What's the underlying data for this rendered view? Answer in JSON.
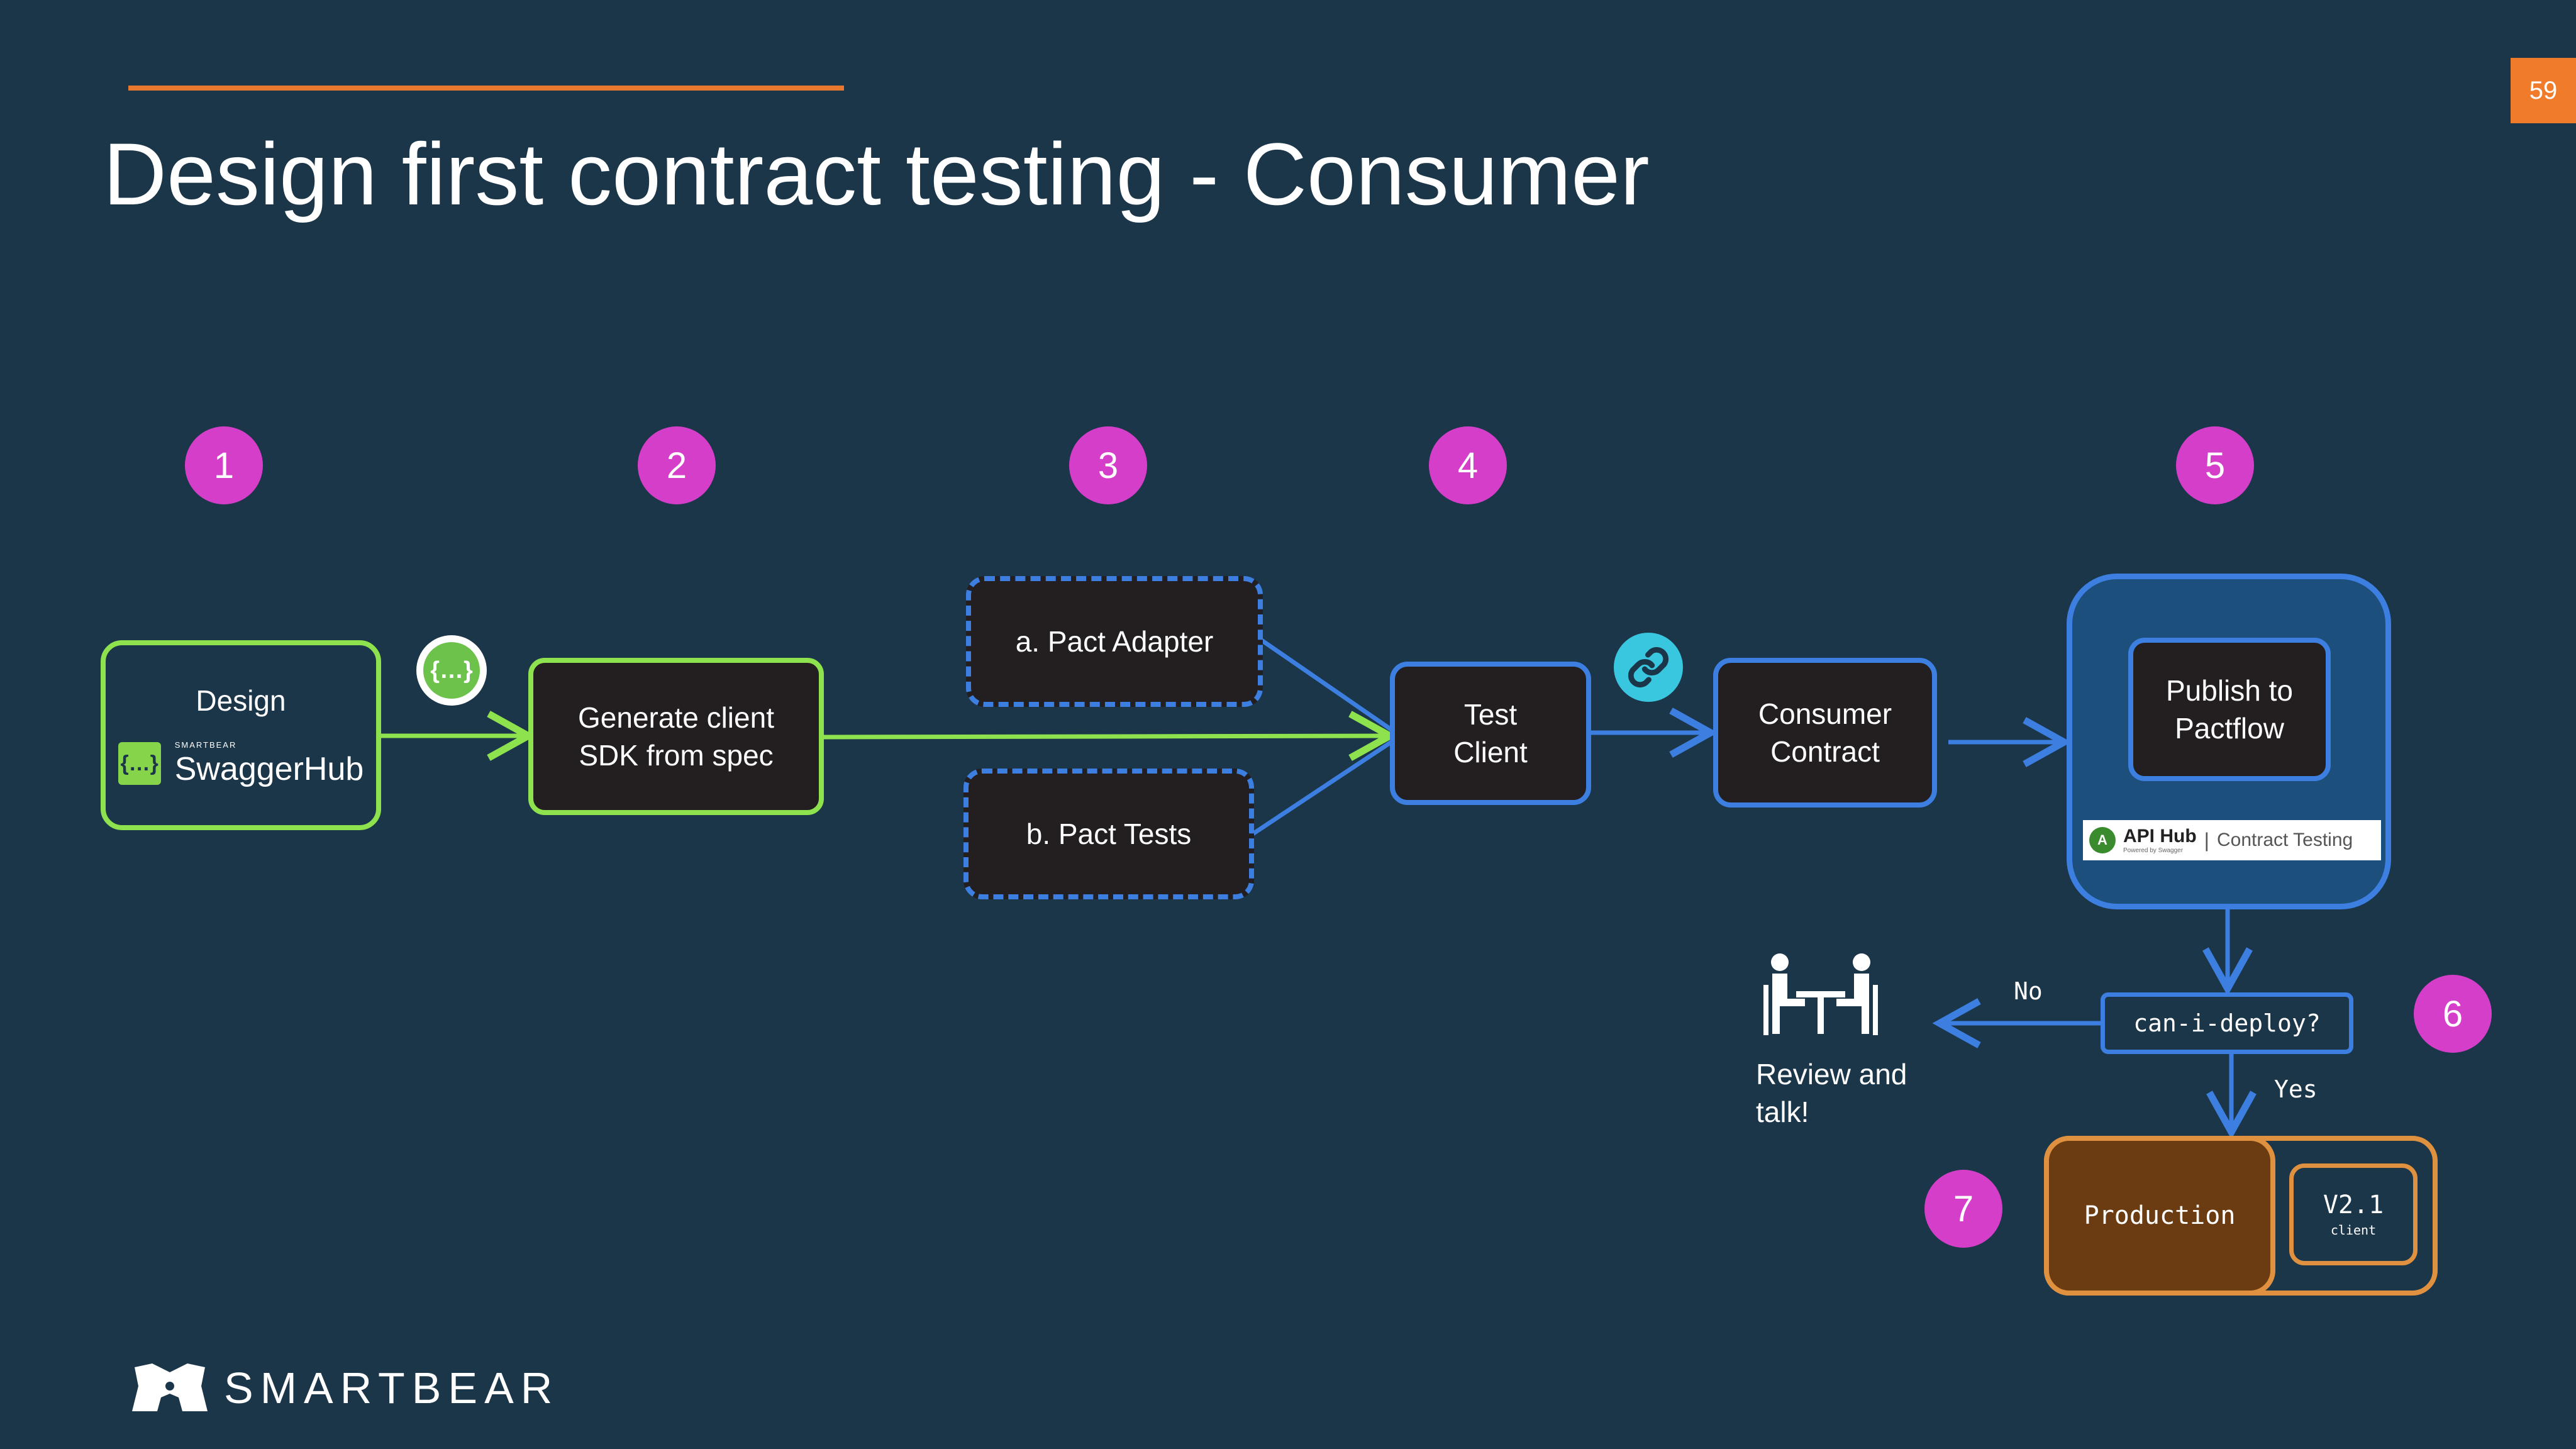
{
  "slide": {
    "title": "Design first contract testing - Consumer",
    "page_number": "59",
    "colors": {
      "background": "#1b3549",
      "accent": "#f07c2b",
      "green": "#8de24e",
      "blue": "#3d7fe0",
      "orange": "#e0913f",
      "magenta": "#d43ec9"
    }
  },
  "steps": [
    "1",
    "2",
    "3",
    "4",
    "5",
    "6",
    "7"
  ],
  "nodes": {
    "design": {
      "label": "Design",
      "brand_top": "SMARTBEAR",
      "brand": "SwaggerHub"
    },
    "generate": {
      "line1": "Generate client",
      "line2": "SDK from spec"
    },
    "pact_adapter": "a. Pact Adapter",
    "pact_tests": "b. Pact Tests",
    "test_client": {
      "line1": "Test",
      "line2": "Client"
    },
    "consumer_contract": {
      "line1": "Consumer",
      "line2": "Contract"
    },
    "publish": {
      "line1": "Publish to",
      "line2": "Pactflow"
    },
    "api_hub": {
      "name": "API Hub",
      "separator": "|",
      "product": "Contract Testing",
      "powered": "Powered by Swagger"
    },
    "can_i_deploy": "can-i-deploy?",
    "no_label": "No",
    "yes_label": "Yes",
    "review": {
      "line1": "Review and",
      "line2": "talk!"
    },
    "production": "Production",
    "version": {
      "number": "V2.1",
      "sub": "client"
    }
  },
  "footer": {
    "logo_text": "SMARTBEAR"
  },
  "icons": [
    "openapi-braces-icon",
    "link-icon",
    "meeting-icon",
    "smartbear-logo-icon",
    "swaggerhub-icon",
    "api-hub-icon"
  ]
}
